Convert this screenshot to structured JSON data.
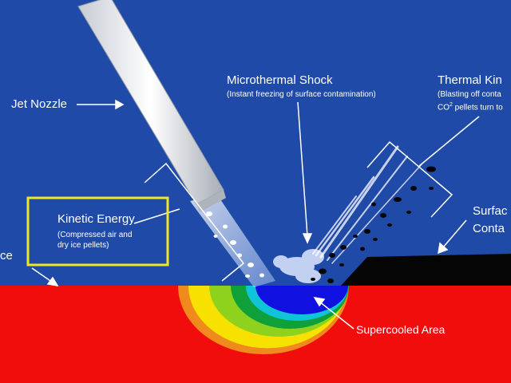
{
  "labels": {
    "jet_nozzle": "Jet Nozzle",
    "microthermal_title": "Microthermal Shock",
    "microthermal_desc": "(Instant freezing of surface contamination)",
    "thermal_title": "Thermal Kin",
    "thermal_desc1": "(Blasting off conta",
    "thermal_desc2_pre": "CO",
    "thermal_desc2_sup": "2",
    "thermal_desc2_post": " pellets turn to",
    "kinetic_title": "Kinetic Energy",
    "kinetic_desc1": "(Compressed air and",
    "kinetic_desc2": "dry ice pellets)",
    "surface_line1": "Surfac",
    "surface_line2": "Conta",
    "left_cut": "ce",
    "supercooled": "Supercooled Area"
  },
  "colors": {
    "background": "#1f4aa8",
    "surface": "#f20d0d",
    "contamination": "#050505",
    "highlight_box": "#f0e626",
    "label": "#ffffff",
    "supercooled_core": "#1010e0"
  }
}
